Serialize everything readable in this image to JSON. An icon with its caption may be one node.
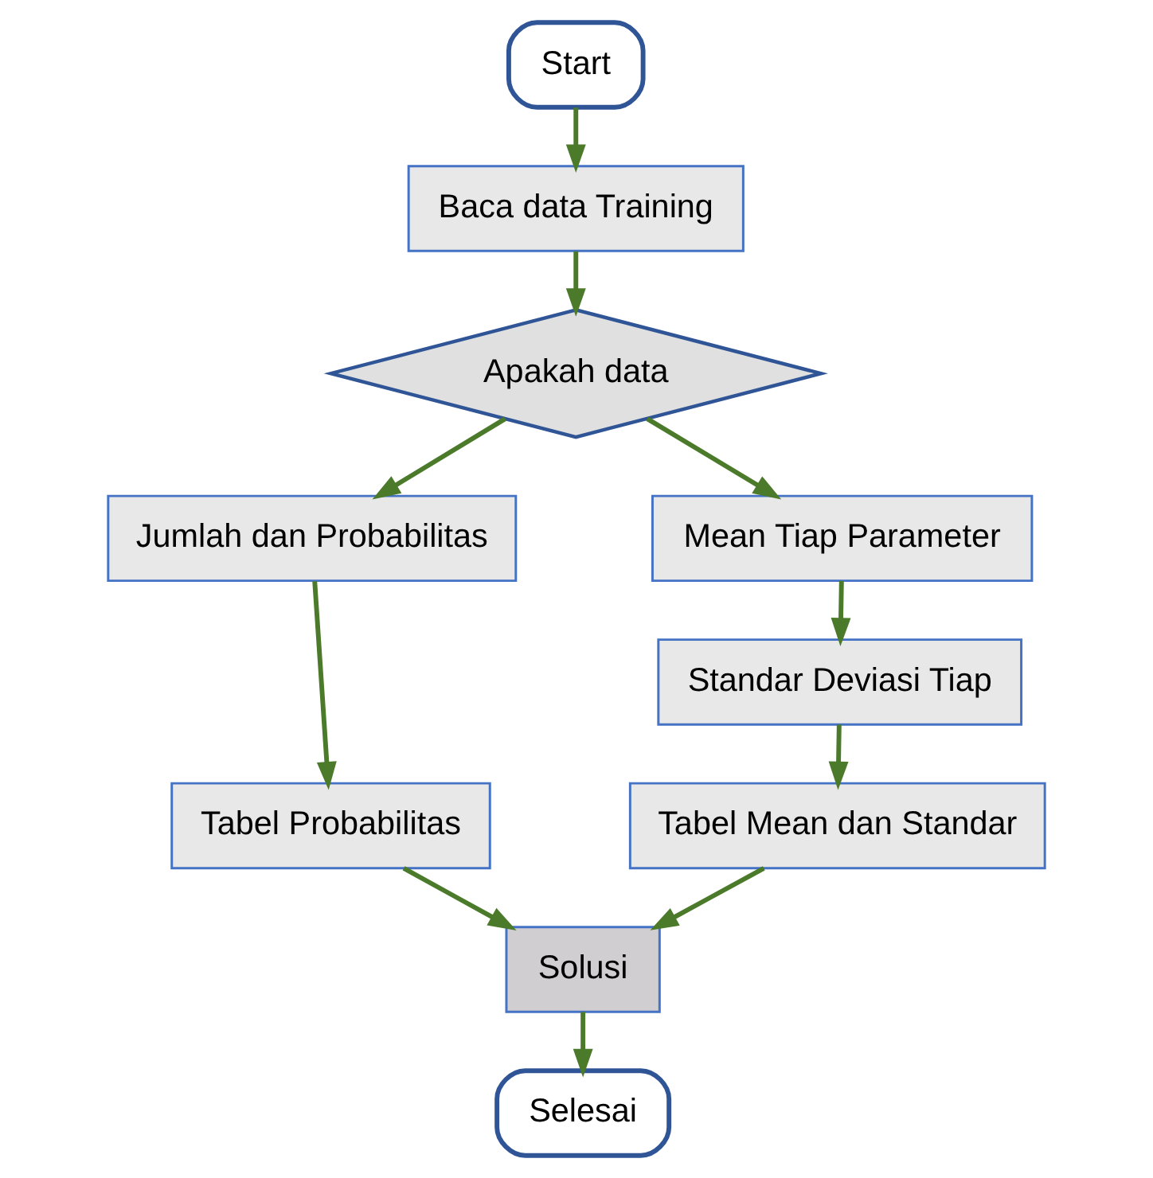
{
  "diagram": {
    "nodes": [
      {
        "text": [
          "Start"
        ]
      },
      {
        "text": [
          "Baca data Training"
        ]
      },
      {
        "text": [
          "Apakah data"
        ]
      },
      {
        "text": [
          "Jumlah dan Probabilitas"
        ]
      },
      {
        "text": [
          "Tabel Probabilitas"
        ]
      },
      {
        "text": [
          "Mean Tiap Parameter"
        ]
      },
      {
        "text": [
          "Standar Deviasi Tiap"
        ]
      },
      {
        "text": [
          "Tabel Mean dan Standar"
        ]
      },
      {
        "text": [
          "Solusi"
        ]
      },
      {
        "text": [
          "Selesai"
        ]
      }
    ],
    "edges": [
      {
        "from": 0,
        "to": 1,
        "arrow": "to"
      },
      {
        "from": 1,
        "to": 2,
        "arrow": "to"
      },
      {
        "from": 2,
        "to": 3,
        "arrow": "to"
      },
      {
        "from": 2,
        "to": 5,
        "arrow": "to"
      },
      {
        "from": 3,
        "to": 4,
        "arrow": "to"
      },
      {
        "from": 4,
        "to": 8,
        "arrow": "to"
      },
      {
        "from": 5,
        "to": 6,
        "arrow": "to"
      },
      {
        "from": 6,
        "to": 7,
        "arrow": "to"
      },
      {
        "from": 7,
        "to": 8,
        "arrow": "to"
      },
      {
        "from": 8,
        "to": 9,
        "arrow": "to"
      }
    ]
  }
}
